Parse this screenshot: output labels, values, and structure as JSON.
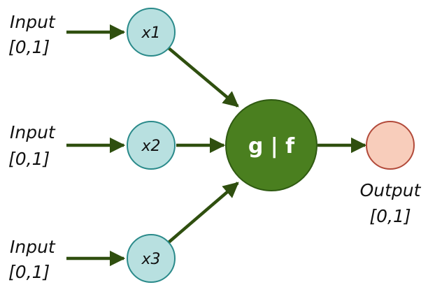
{
  "diagram": {
    "inputs": [
      {
        "line1": "Input",
        "line2": "[0,1]"
      },
      {
        "line1": "Input",
        "line2": "[0,1]"
      },
      {
        "line1": "Input",
        "line2": "[0,1]"
      }
    ],
    "input_nodes": [
      {
        "label": "x1"
      },
      {
        "label": "x2"
      },
      {
        "label": "x3"
      }
    ],
    "core_node": {
      "label": "g | f"
    },
    "output": {
      "line1": "Output",
      "line2": "[0,1]"
    },
    "colors": {
      "arrow": "#2f4f0f",
      "input_node_fill": "#b8e0e0",
      "input_node_stroke": "#2a8a8a",
      "core_fill": "#4a7f1f",
      "core_stroke": "#2f5a12",
      "output_fill": "#f8cdbb",
      "output_stroke": "#b24a3a"
    }
  }
}
